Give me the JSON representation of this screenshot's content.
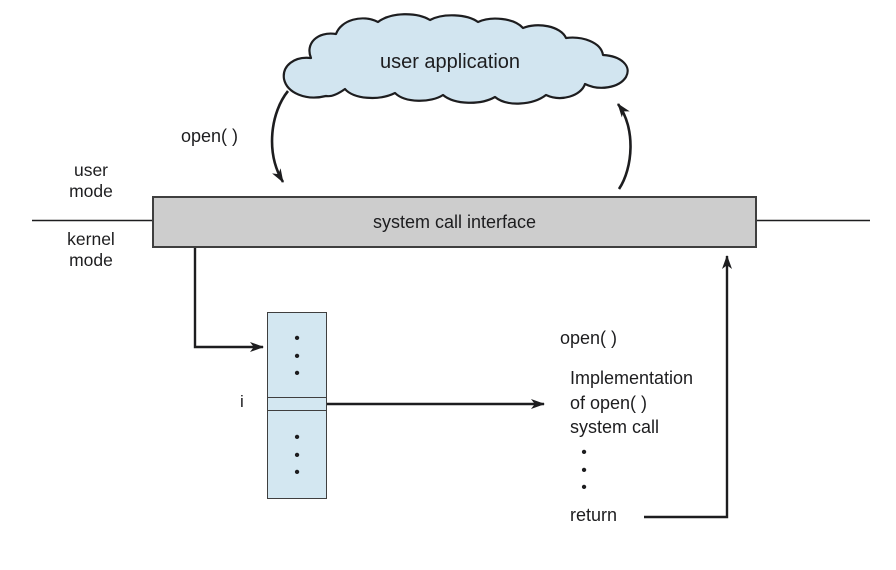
{
  "diagram": {
    "cloud": {
      "label": "user application"
    },
    "labels": {
      "open_call": "open( )",
      "user_mode": "user\nmode",
      "kernel_mode": "kernel\nmode",
      "system_call_interface": "system call interface",
      "table_index": "i",
      "open_impl_header": "open( )",
      "implementation": "Implementation\nof open( )\nsystem call",
      "return": "return",
      "ellipsis": "•\n•\n•"
    },
    "colors": {
      "cloud_fill": "#d2e5f0",
      "table_fill": "#d3e7f1",
      "interface_fill": "#cdcdcd",
      "border": "#3f3f3f",
      "ink": "#1d1d1f"
    }
  }
}
